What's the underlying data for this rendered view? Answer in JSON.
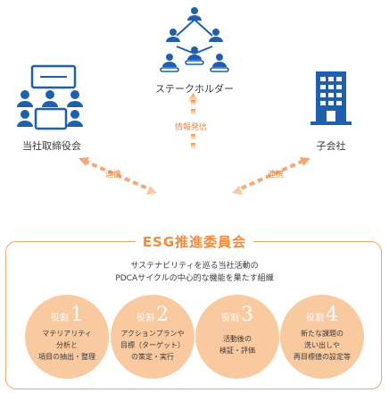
{
  "nodes": {
    "stakeholder": "ステークホルダー",
    "board": "当社取締役会",
    "subsidiary": "子会社"
  },
  "arrows": {
    "info": "情報発信",
    "left_link": "連携",
    "right_link": "連携"
  },
  "committee": {
    "title": "ESG推進委員会",
    "desc1": "サステナビリティを巡る当社活動の",
    "desc2": "PDCAサイクルの中心的な機能を果たす組織",
    "roles": [
      {
        "prefix": "役割",
        "num": "1",
        "l1": "マテリアリティ",
        "l2": "分析と",
        "l3": "項目の抽出・整理"
      },
      {
        "prefix": "役割",
        "num": "2",
        "l1": "アクションプランや",
        "l2": "目標（ターゲット）",
        "l3": "の策定・実行"
      },
      {
        "prefix": "役割",
        "num": "3",
        "l1": "活動後の",
        "l2": "検証・評価",
        "l3": ""
      },
      {
        "prefix": "役割",
        "num": "4",
        "l1": "新たな課題の",
        "l2": "洗い出しや",
        "l3": "再目標値の設定等"
      }
    ]
  },
  "colors": {
    "blue": "#1f5fae",
    "orange": "#f08a3c",
    "circle": "#f9c9a0"
  }
}
